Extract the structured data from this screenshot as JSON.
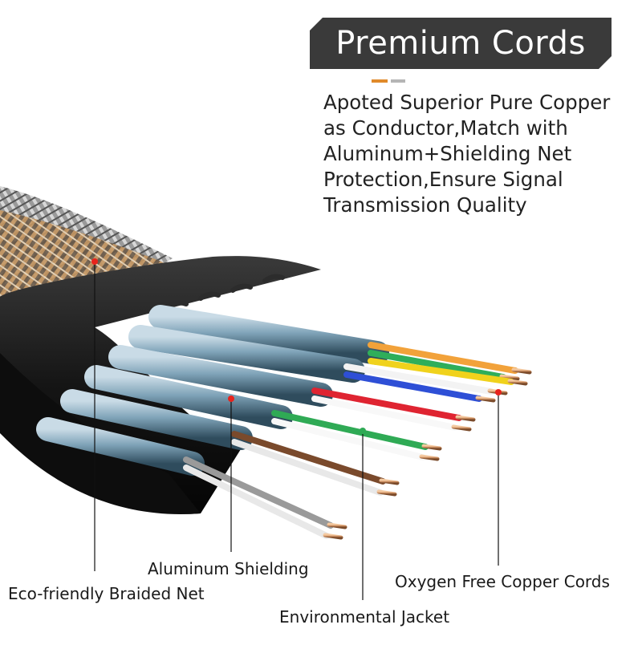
{
  "banner": {
    "title": "Premium Cords"
  },
  "description": {
    "lines": [
      "Apoted Superior Pure Copper",
      "as Conductor,Match with",
      "Aluminum+Shielding Net",
      "Protection,Ensure Signal",
      "Transmission Quality"
    ]
  },
  "callouts": {
    "braided_net": "Eco-friendly Braided Net",
    "aluminum_shielding": "Aluminum Shielding",
    "environmental_jacket": "Environmental Jacket",
    "copper_cords": "Oxygen Free Copper Cords"
  },
  "colors": {
    "banner_bg": "#3a3a3a",
    "marker_red": "#e8231c",
    "accent_orange": "#e08a2a",
    "accent_gray": "#b5b5b5",
    "jacket_black": "#151515",
    "shield_blue": "#7fa3b8",
    "copper": "#c98a5c",
    "braid_gold": "#c49560"
  },
  "wire_colors": [
    "#f2a23a",
    "#2fae5a",
    "#f0d21c",
    "#f3f3f3",
    "#2e4fd6",
    "#df2431",
    "#f8f8f8",
    "#2faa55",
    "#7a4a2c",
    "#e8e8e8",
    "#9a9a9a"
  ]
}
